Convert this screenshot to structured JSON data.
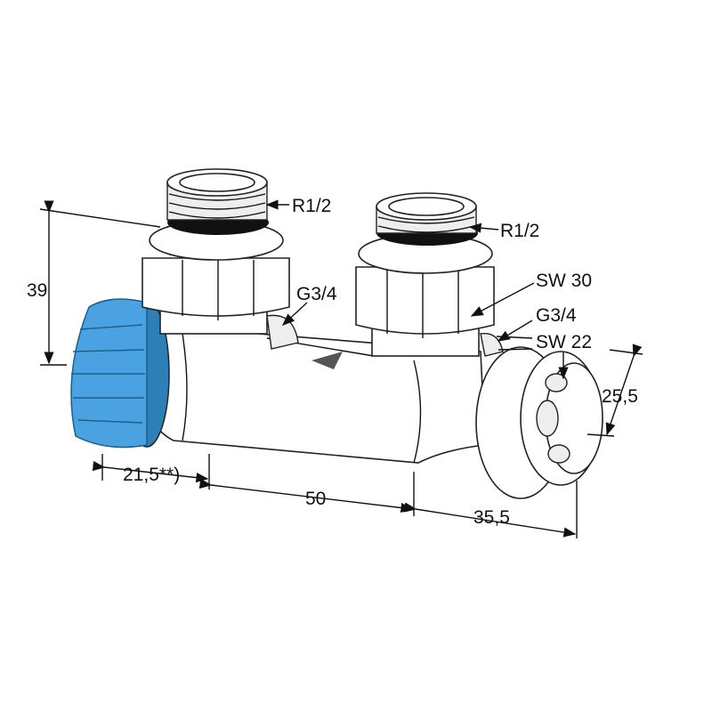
{
  "title": "Valve dimension drawing",
  "labels": {
    "height": "39",
    "thread_left": "R1/2",
    "thread_right": "R1/2",
    "wrench_30": "SW 30",
    "g34_left": "G3/4",
    "g34_right": "G3/4",
    "wrench_22": "SW 22",
    "cap_dim": "25,5",
    "left_dim": "21,5**)",
    "center_dim": "50",
    "right_dim": "35,5"
  },
  "colors": {
    "cap_blue": "#4aa3e0",
    "line": "#111111"
  }
}
